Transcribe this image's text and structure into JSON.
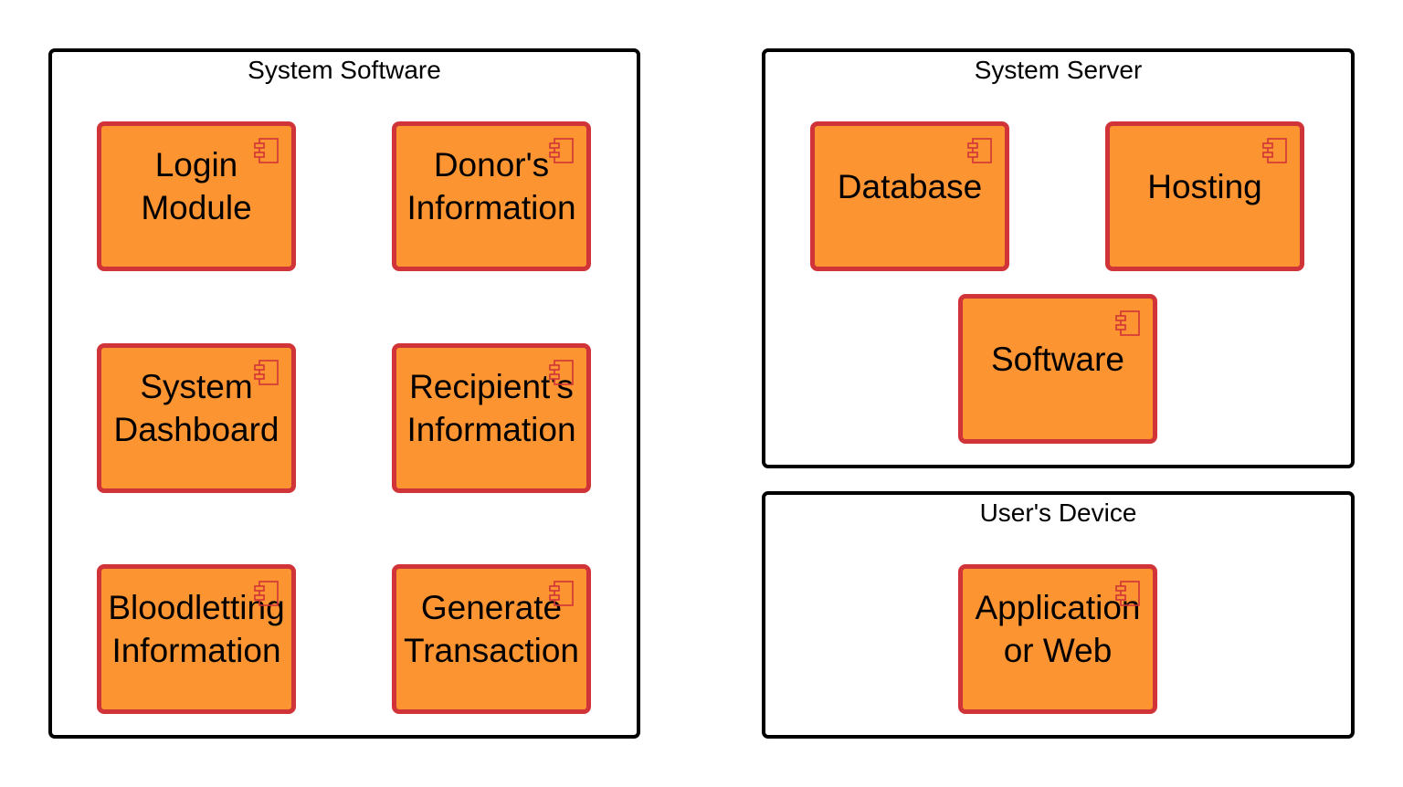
{
  "colors": {
    "component_fill": "#fc9432",
    "component_border": "#d13438",
    "container_border": "#000000"
  },
  "containers": [
    {
      "title": "System Software",
      "components": [
        {
          "label": "Login\nModule",
          "icon": "component-icon"
        },
        {
          "label": "Donor's\nInformation",
          "icon": "component-icon"
        },
        {
          "label": "System\nDashboard",
          "icon": "component-icon"
        },
        {
          "label": "Recipient's\nInformation",
          "icon": "component-icon"
        },
        {
          "label": "Bloodletting\nInformation",
          "icon": "component-icon"
        },
        {
          "label": "Generate\nTransaction",
          "icon": "component-icon"
        }
      ]
    },
    {
      "title": "System Server",
      "components": [
        {
          "label": "Database",
          "icon": "component-icon"
        },
        {
          "label": "Hosting",
          "icon": "component-icon"
        },
        {
          "label": "Software",
          "icon": "component-icon"
        }
      ]
    },
    {
      "title": "User's Device",
      "components": [
        {
          "label": "Application\nor Web",
          "icon": "component-icon"
        }
      ]
    }
  ]
}
